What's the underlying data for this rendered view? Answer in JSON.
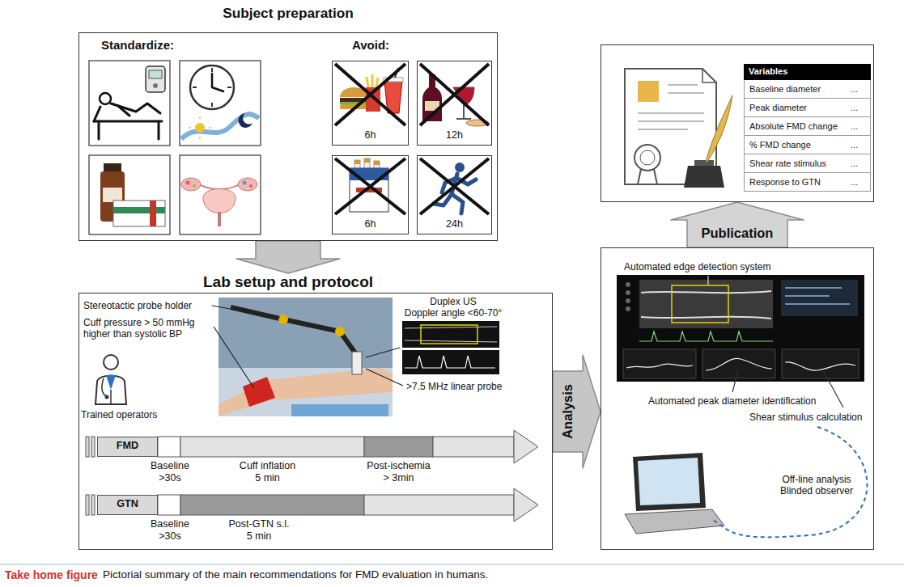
{
  "diagram": {
    "caption": "Pictorial summary of the main recommendations for FMD evaluation in humans.",
    "nodes": [
      {
        "text": [
          "Subject preparation",
          "Standardize:",
          "Avoid:"
        ]
      },
      {
        "text": [
          "6h"
        ],
        "in": 0
      },
      {
        "text": [
          "12h"
        ],
        "in": 0
      },
      {
        "text": [
          "6h"
        ],
        "in": 0
      },
      {
        "text": [
          "24h"
        ],
        "in": 0
      },
      {
        "text": [
          "Lab setup and protocol"
        ]
      },
      {
        "text": [
          "FMD"
        ],
        "in": 5
      },
      {
        "text": [
          "GTN"
        ],
        "in": 5
      },
      {
        "text": [
          "Automated edge detection system",
          "Automated peak diameter identification",
          "Shear stimulus calculation",
          "Off-line analysis Blinded observer"
        ]
      },
      {
        "text": [
          "Variables",
          "Baseline diameter",
          "...",
          "Peak diameter",
          "...",
          "Absolute FMD change",
          "...",
          "% FMD change",
          "...",
          "Shear rate stimulus",
          "...",
          "Response to GTN",
          "..."
        ]
      }
    ],
    "edges": [
      {
        "from": 0,
        "to": 5,
        "arrow": "to"
      },
      {
        "from": 5,
        "to": 8,
        "arrow": "to",
        "label": "Analysis"
      },
      {
        "from": 8,
        "to": 9,
        "arrow": "to",
        "label": "Publication"
      }
    ],
    "labels": [
      "Stereotactic probe holder",
      "Cuff pressure > 50 mmHg higher than systolic BP",
      "Duplex US",
      "Doppler angle <60-70°",
      ">7.5 MHz linear probe",
      "Trained operators",
      "Baseline >30s",
      "Cuff inflation 5 min",
      "Post-ischemia > 3min",
      "Baseline >30s",
      "Post-GTN s.l. 5 min",
      "Take home figure"
    ]
  }
}
